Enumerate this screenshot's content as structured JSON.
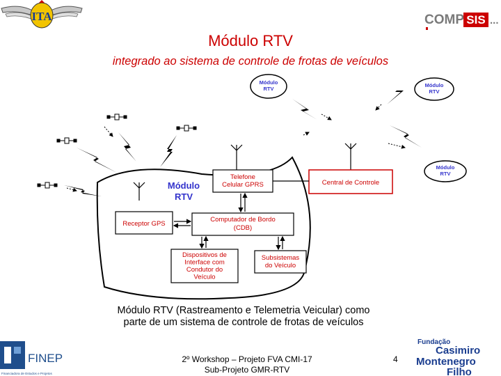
{
  "header": {
    "title": "Módulo RTV",
    "subtitle": "integrado ao sistema de controle de frotas de veículos",
    "left_logo": "ITA",
    "right_logo": {
      "part1": "COMP",
      "part2": "SIS",
      "part3": "..."
    }
  },
  "diagram": {
    "remote_modules": [
      "Módulo\nRTV",
      "Módulo\nRTV",
      "Módulo\nRTV"
    ],
    "module_label": "Módulo\nRTV",
    "boxes": {
      "telefone": "Telefone\nCelular GPRS",
      "central": "Central de Controle",
      "computador": "Computador de Bordo\n(CDB)",
      "receptor": "Receptor GPS",
      "dispositivos": "Dispositivos de\nInterface com\nCondutor do\nVeículo",
      "subsistemas": "Subsistemas\ndo Veículo"
    }
  },
  "caption": {
    "line1": "Módulo RTV (Rastreamento e Telemetria Veicular) como",
    "line2": "parte de um sistema de controle de frotas de veículos"
  },
  "footer": {
    "line1": "2º Workshop – Projeto FVA CMI-17",
    "line2": "Sub-Projeto GMR-RTV",
    "page_number": "4",
    "left_logo": "FINEP",
    "left_logo_tagline": "Financiadora de Estudos e Projetos",
    "right_logo": [
      "Fundação",
      "Casimiro",
      "Montenegro",
      "Filho"
    ]
  },
  "colors": {
    "title": "#cc0000",
    "module_text": "#3333cc",
    "box_text": "#cc0000",
    "finep_blue": "#1f4e8c"
  }
}
